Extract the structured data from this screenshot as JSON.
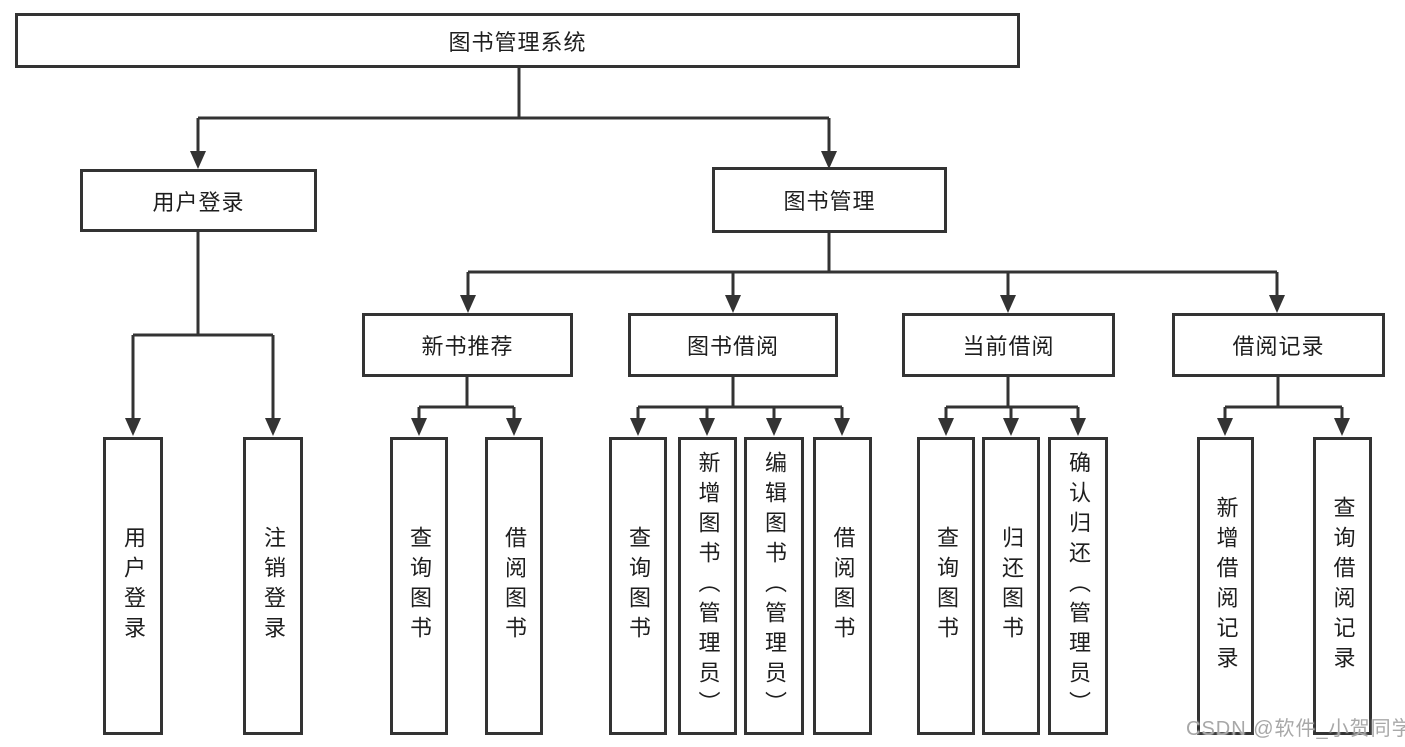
{
  "diagram": {
    "root": {
      "label": "图书管理系统"
    },
    "level2": [
      {
        "label": "用户登录"
      },
      {
        "label": "图书管理"
      }
    ],
    "level3": [
      {
        "label": "新书推荐"
      },
      {
        "label": "图书借阅"
      },
      {
        "label": "当前借阅"
      },
      {
        "label": "借阅记录"
      }
    ],
    "leaves": {
      "user_login": [
        "用户登录",
        "注销登录"
      ],
      "new_book": [
        "查询图书",
        "借阅图书"
      ],
      "book_borrow": [
        "查询图书",
        "新增图书（管理员）",
        "编辑图书（管理员）",
        "借阅图书"
      ],
      "current_borrow": [
        "查询图书",
        "归还图书",
        "确认归还（管理员）"
      ],
      "borrow_records": [
        "新增借阅记录",
        "查询借阅记录"
      ]
    },
    "colors": {
      "line": "#333333",
      "box_border": "#333333",
      "text": "#1e1e1e",
      "background": "#ffffff",
      "watermark": "#a8a8a8"
    }
  },
  "watermark": {
    "text": "CSDN @软件_小贺同学"
  }
}
